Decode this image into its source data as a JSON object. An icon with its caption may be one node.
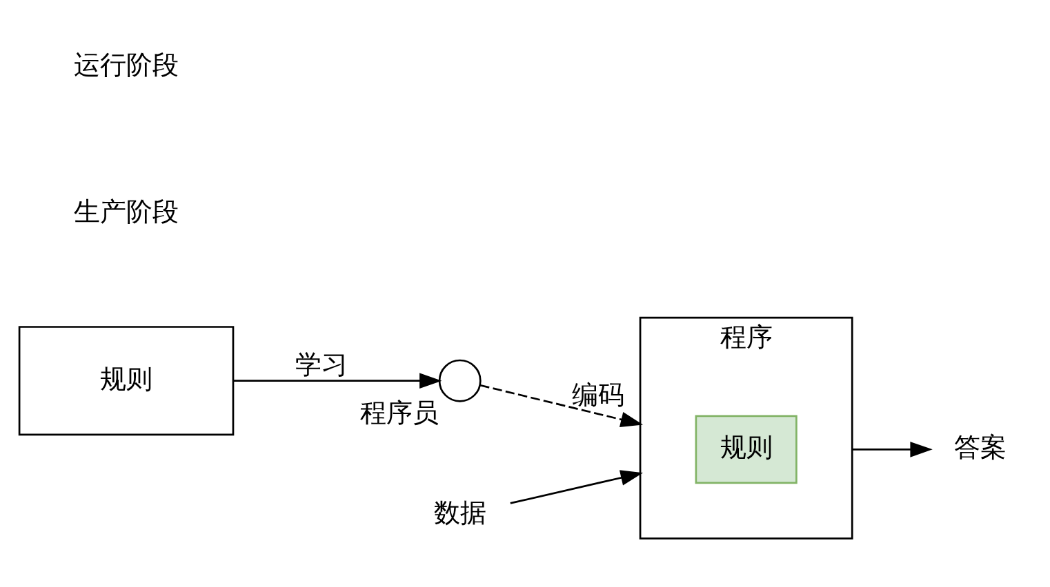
{
  "diagram": {
    "nodes": [
      {
        "text": [
          "规则"
        ]
      },
      {
        "text": [
          "程序员"
        ]
      },
      {
        "text": [
          "程序"
        ]
      },
      {
        "text": [
          "规则"
        ],
        "in": 2
      },
      {
        "text": [
          "数据"
        ]
      },
      {
        "text": [
          "答案"
        ]
      }
    ],
    "edges": [
      {
        "from": 0,
        "to": 1,
        "arrow": "to",
        "label": "学习"
      },
      {
        "from": 1,
        "to": 2,
        "arrow": "to",
        "label": "编码",
        "style": "dashed"
      },
      {
        "from": 4,
        "to": 2,
        "arrow": "to"
      },
      {
        "from": 2,
        "to": 5,
        "arrow": "to"
      }
    ],
    "labels": [
      "生产阶段",
      "运行阶段"
    ]
  }
}
